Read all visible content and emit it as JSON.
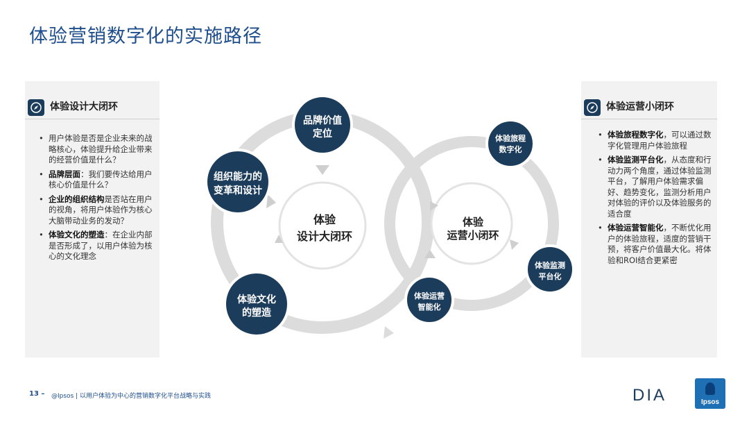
{
  "title": "体验营销数字化的实施路径",
  "left_panel": {
    "heading": "体验设计大闭环",
    "icon": "compass-icon",
    "items": [
      {
        "bold": "",
        "text": "用户体验是否是企业未来的战略核心，体验提升给企业带来的经营价值是什么？"
      },
      {
        "bold": "品牌层面",
        "text": "：我们要传达给用户核心价值是什么？"
      },
      {
        "bold": "企业的组织结构",
        "text": "是否站在用户的视角，将用户体验作为核心大脑带动业务的发动？"
      },
      {
        "bold": "体验文化的塑造",
        "text": "：在企业内部是否形成了，以用户体验为核心的文化理念"
      }
    ]
  },
  "right_panel": {
    "heading": "体验运营小闭环",
    "icon": "compass-icon",
    "items": [
      {
        "bold": "体验旅程数字化",
        "text": "，可以通过数字化管理用户体验旅程"
      },
      {
        "bold": "体验监测平台化",
        "text": "，从态度和行动力两个角度，通过体验监测平台，了解用户体验需求偏好、趋势变化，监测分析用户对体验的评价以及体验服务的适合度"
      },
      {
        "bold": "体验运营智能化",
        "text": "，不断优化用户的体验旅程，适度的营销干预，将客户价值最大化。将体验和ROI结合更紧密"
      }
    ]
  },
  "diagram": {
    "big_center": [
      "体验",
      "设计大闭环"
    ],
    "small_center": [
      "体验",
      "运营小闭环"
    ],
    "big_nodes": [
      [
        "品牌价值",
        "定位"
      ],
      [
        "组织能力的",
        "变革和设计"
      ],
      [
        "体验文化",
        "的塑造"
      ]
    ],
    "small_nodes": [
      [
        "体验旅程",
        "数字化"
      ],
      [
        "体验监测",
        "平台化"
      ],
      [
        "体验运营",
        "智能化"
      ]
    ]
  },
  "footer": {
    "page": "13 –",
    "text": "@Ipsos | 以用户体验为中心的营销数字化平台战略与实践"
  },
  "logos": {
    "dia": "DIA",
    "ipsos": "Ipsos"
  },
  "colors": {
    "title": "#1f4e8c",
    "node": "#1c3c5c",
    "ring": "#d9d9d9"
  }
}
